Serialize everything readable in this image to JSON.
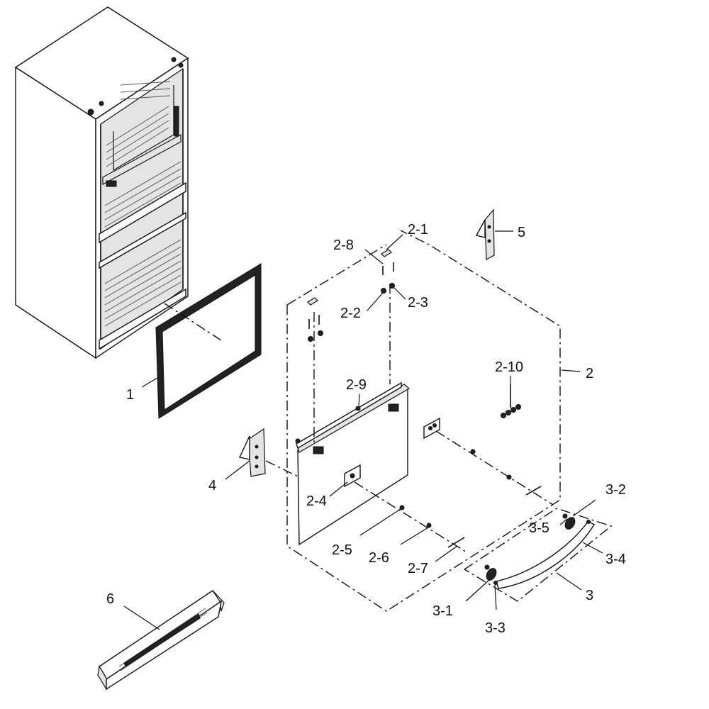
{
  "labels": [
    {
      "key": "1",
      "text": "1"
    },
    {
      "key": "2",
      "text": "2"
    },
    {
      "key": "2-1",
      "text": "2-1"
    },
    {
      "key": "2-2",
      "text": "2-2"
    },
    {
      "key": "2-3",
      "text": "2-3"
    },
    {
      "key": "2-4",
      "text": "2-4"
    },
    {
      "key": "2-5",
      "text": "2-5"
    },
    {
      "key": "2-6",
      "text": "2-6"
    },
    {
      "key": "2-7",
      "text": "2-7"
    },
    {
      "key": "2-8",
      "text": "2-8"
    },
    {
      "key": "2-9",
      "text": "2-9"
    },
    {
      "key": "2-10",
      "text": "2-10"
    },
    {
      "key": "3",
      "text": "3"
    },
    {
      "key": "3-1",
      "text": "3-1"
    },
    {
      "key": "3-2",
      "text": "3-2"
    },
    {
      "key": "3-3",
      "text": "3-3"
    },
    {
      "key": "3-4",
      "text": "3-4"
    },
    {
      "key": "3-5",
      "text": "3-5"
    },
    {
      "key": "4",
      "text": "4"
    },
    {
      "key": "5",
      "text": "5"
    },
    {
      "key": "6",
      "text": "6"
    }
  ]
}
